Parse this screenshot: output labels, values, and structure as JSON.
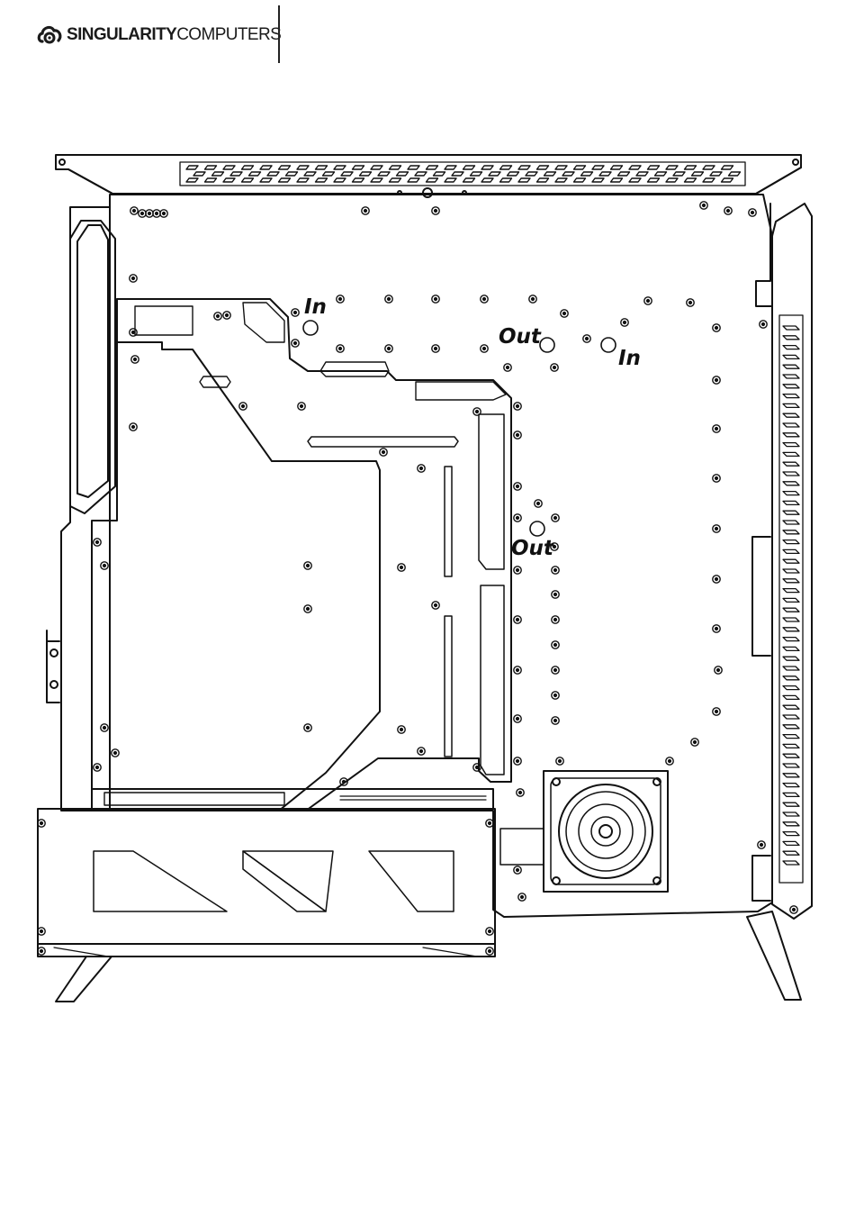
{
  "brand": {
    "name_bold": "SINGULARITY",
    "name_light": "COMPUTERS",
    "logo_icon": "cloud-ring-icon"
  },
  "diagram": {
    "ports": [
      {
        "id": "in-1",
        "label": "In"
      },
      {
        "id": "out-1",
        "label": "Out"
      },
      {
        "id": "in-2",
        "label": "In"
      },
      {
        "id": "out-2",
        "label": "Out"
      }
    ]
  },
  "colors": {
    "line": "#111111",
    "background": "#ffffff"
  }
}
